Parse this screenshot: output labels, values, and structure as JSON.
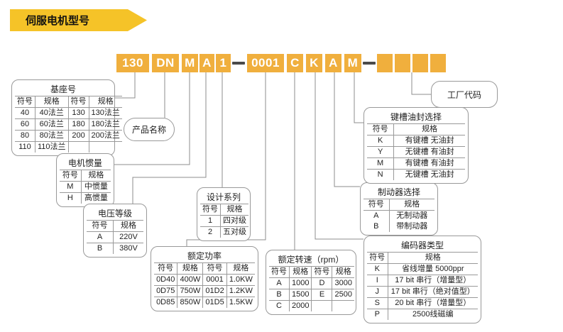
{
  "banner": {
    "title": "伺服电机型号",
    "color": "#f5c328"
  },
  "code": {
    "block_color": "#f0af3d",
    "segments": [
      {
        "kind": "block",
        "text": "130"
      },
      {
        "kind": "block",
        "text": "DN"
      },
      {
        "kind": "block",
        "text": "M"
      },
      {
        "kind": "block",
        "text": "A"
      },
      {
        "kind": "block",
        "text": "1"
      },
      {
        "kind": "dash",
        "text": ""
      },
      {
        "kind": "block",
        "text": "0001"
      },
      {
        "kind": "block",
        "text": "C"
      },
      {
        "kind": "block",
        "text": "K"
      },
      {
        "kind": "block",
        "text": "A"
      },
      {
        "kind": "block",
        "text": "M"
      },
      {
        "kind": "dash",
        "text": ""
      },
      {
        "kind": "solid",
        "text": ""
      },
      {
        "kind": "solid",
        "text": ""
      },
      {
        "kind": "solid",
        "text": ""
      },
      {
        "kind": "solid",
        "text": ""
      }
    ]
  },
  "labels": {
    "product_name": "产品名称",
    "factory_code": "工厂代码"
  },
  "tables": {
    "base_no": {
      "title": "基座号",
      "headers": [
        "符号",
        "规格",
        "符号",
        "规格"
      ],
      "rows": [
        [
          "40",
          "40法兰",
          "130",
          "130法兰"
        ],
        [
          "60",
          "60法兰",
          "180",
          "180法兰"
        ],
        [
          "80",
          "80法兰",
          "200",
          "200法兰"
        ],
        [
          "110",
          "110法兰",
          "",
          ""
        ]
      ]
    },
    "inertia": {
      "title": "电机惯量",
      "headers": [
        "符号",
        "规格"
      ],
      "rows": [
        [
          "M",
          "中惯量"
        ],
        [
          "H",
          "高惯量"
        ]
      ]
    },
    "voltage": {
      "title": "电压等级",
      "headers": [
        "符号",
        "规格"
      ],
      "rows": [
        [
          "A",
          "220V"
        ],
        [
          "B",
          "380V"
        ]
      ]
    },
    "series": {
      "title": "设计系列",
      "headers": [
        "符号",
        "规格"
      ],
      "rows": [
        [
          "1",
          "四对级"
        ],
        [
          "2",
          "五对级"
        ]
      ]
    },
    "power": {
      "title": "额定功率",
      "headers": [
        "符号",
        "规格",
        "符号",
        "规格"
      ],
      "rows": [
        [
          "0D40",
          "400W",
          "0001",
          "1.0KW"
        ],
        [
          "0D75",
          "750W",
          "01D2",
          "1.2KW"
        ],
        [
          "0D85",
          "850W",
          "01D5",
          "1.5KW"
        ]
      ]
    },
    "speed": {
      "title": "额定转速（rpm）",
      "headers": [
        "符号",
        "规格",
        "符号",
        "规格"
      ],
      "rows": [
        [
          "A",
          "1000",
          "D",
          "3000"
        ],
        [
          "B",
          "1500",
          "E",
          "2500"
        ],
        [
          "C",
          "2000",
          "",
          ""
        ]
      ]
    },
    "encoder": {
      "title": "编码器类型",
      "headers": [
        "符号",
        "规格"
      ],
      "rows": [
        [
          "K",
          "省线增量 5000ppr"
        ],
        [
          "I",
          "17 bit 串行（增量型）"
        ],
        [
          "J",
          "17 bit 串行（绝对值型）"
        ],
        [
          "S",
          "20 bit 串行（增量型）"
        ],
        [
          "P",
          "2500线磁编"
        ]
      ]
    },
    "brake": {
      "title": "制动器选择",
      "headers": [
        "符号",
        "规格"
      ],
      "rows": [
        [
          "A",
          "无制动器"
        ],
        [
          "B",
          "带制动器"
        ]
      ],
      "row_lines": false
    },
    "keyway": {
      "title": "键槽油封选择",
      "headers": [
        "符号",
        "规格"
      ],
      "rows": [
        [
          "K",
          "有键槽 无油封"
        ],
        [
          "Y",
          "无键槽 有油封"
        ],
        [
          "M",
          "有键槽 有油封"
        ],
        [
          "N",
          "无键槽 无油封"
        ]
      ]
    }
  }
}
